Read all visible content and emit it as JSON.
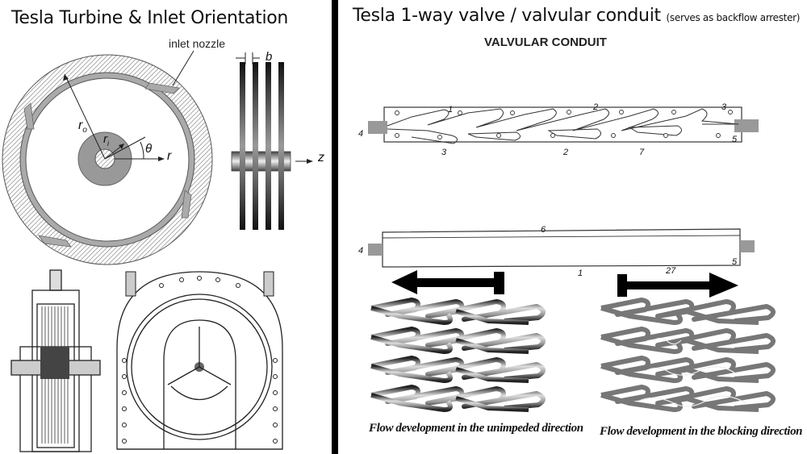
{
  "left_panel": {
    "title": "Tesla Turbine & Inlet Orientation",
    "labels": {
      "inlet_nozzle": "inlet nozzle",
      "r_outer": "r",
      "r_outer_sub": "o",
      "r_inner": "r",
      "r_inner_sub": "i",
      "theta": "θ",
      "r_axis": "r",
      "z_axis": "z",
      "gap": "b"
    }
  },
  "right_panel": {
    "title": "Tesla 1-way valve / valvular conduit",
    "title_note": "(serves as backflow arrester)",
    "heading": "VALVULAR CONDUIT",
    "top_drawing_labels": [
      "1",
      "2",
      "3",
      "4",
      "3",
      "2",
      "7",
      "5"
    ],
    "side_drawing_labels": [
      "4",
      "6",
      "1",
      "27",
      "5"
    ],
    "caption_left": "Flow development in the unimpeded direction",
    "caption_right": "Flow development in the blocking direction"
  }
}
